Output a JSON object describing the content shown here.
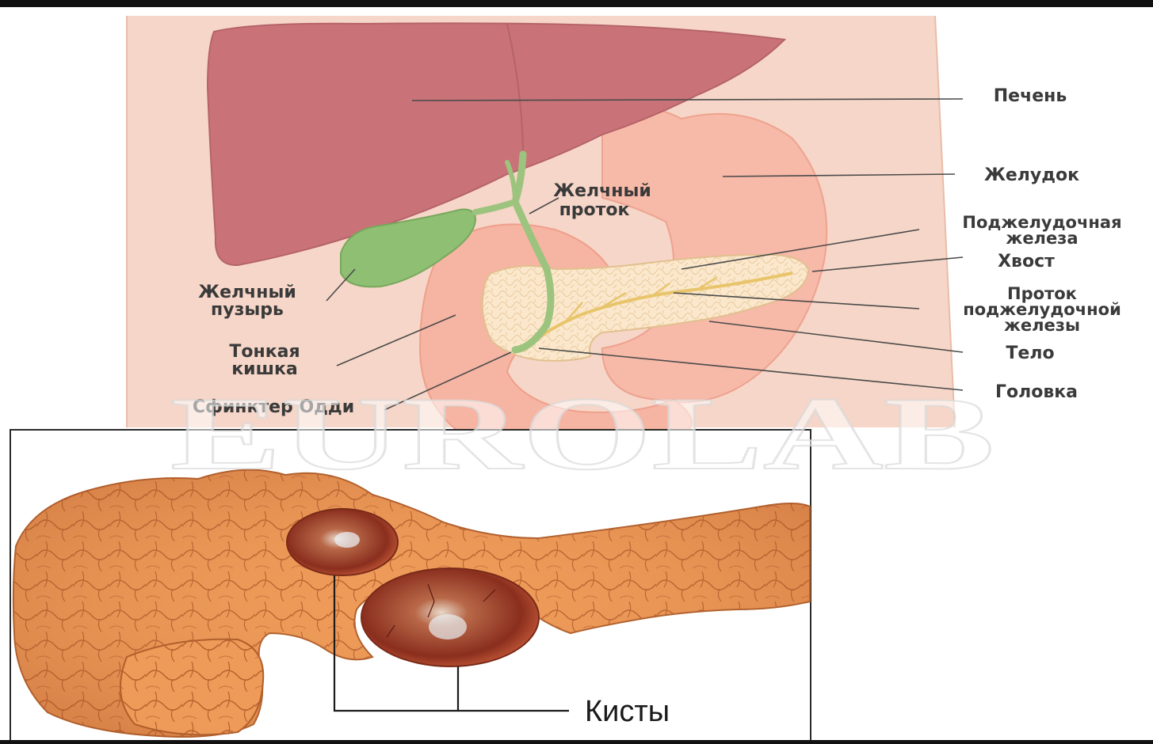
{
  "labels": {
    "liver": "Печень",
    "stomach": "Желудок",
    "pancreas_line1": "Поджелудочная",
    "pancreas_line2": "железа",
    "tail": "Хвост",
    "pancreatic_duct_line1": "Проток",
    "pancreatic_duct_line2": "поджелудочной",
    "pancreatic_duct_line3": "железы",
    "body": "Тело",
    "head": "Головка",
    "bile_duct_line1": "Желчный",
    "bile_duct_line2": "проток",
    "gallbladder_line1": "Желчный",
    "gallbladder_line2": "пузырь",
    "small_intestine_line1": "Тонкая",
    "small_intestine_line2": "кишка",
    "sphincter": "Сфинктер Одди",
    "cysts": "Кисты"
  },
  "watermark": "EUROLAB",
  "colors": {
    "torso": "#f6d6c8",
    "liver": "#c97378",
    "stomach": "#f6b8a8",
    "gallbladder": "#8fbf72",
    "duct": "#9cc47e",
    "pancreas": "#fbe6c8",
    "pancreas_photo": "#e9924f",
    "cyst": "#a6432e"
  }
}
